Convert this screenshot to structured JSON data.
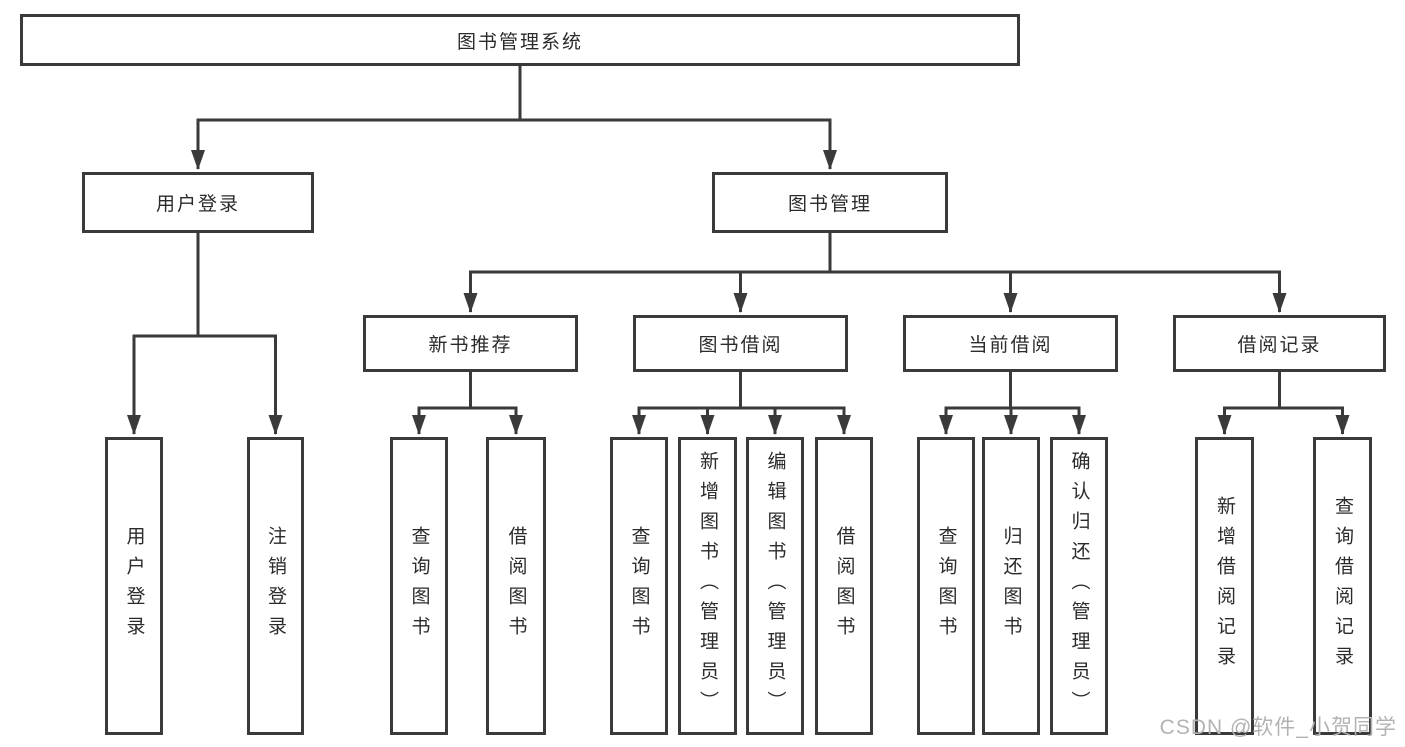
{
  "diagram": {
    "root": {
      "label": "图书管理系统"
    },
    "level2": [
      {
        "label": "用户登录"
      },
      {
        "label": "图书管理"
      }
    ],
    "level3": [
      {
        "label": "新书推荐"
      },
      {
        "label": "图书借阅"
      },
      {
        "label": "当前借阅"
      },
      {
        "label": "借阅记录"
      }
    ],
    "leaves": {
      "login": [
        {
          "label": "用户登录"
        },
        {
          "label": "注销登录"
        }
      ],
      "newbook": [
        {
          "label": "查询图书"
        },
        {
          "label": "借阅图书"
        }
      ],
      "borrow": [
        {
          "label": "查询图书"
        },
        {
          "label": "新增图书（管理员）"
        },
        {
          "label": "编辑图书（管理员）"
        },
        {
          "label": "借阅图书"
        }
      ],
      "current": [
        {
          "label": "查询图书"
        },
        {
          "label": "归还图书"
        },
        {
          "label": "确认归还（管理员）"
        }
      ],
      "records": [
        {
          "label": "新增借阅记录"
        },
        {
          "label": "查询借阅记录"
        }
      ]
    }
  },
  "watermark": {
    "text": "CSDN @软件_小贺同学"
  },
  "colors": {
    "line": "#3a3a3a",
    "text": "#2b2b2b",
    "watermark": "#b3b3b3",
    "background": "#ffffff"
  }
}
